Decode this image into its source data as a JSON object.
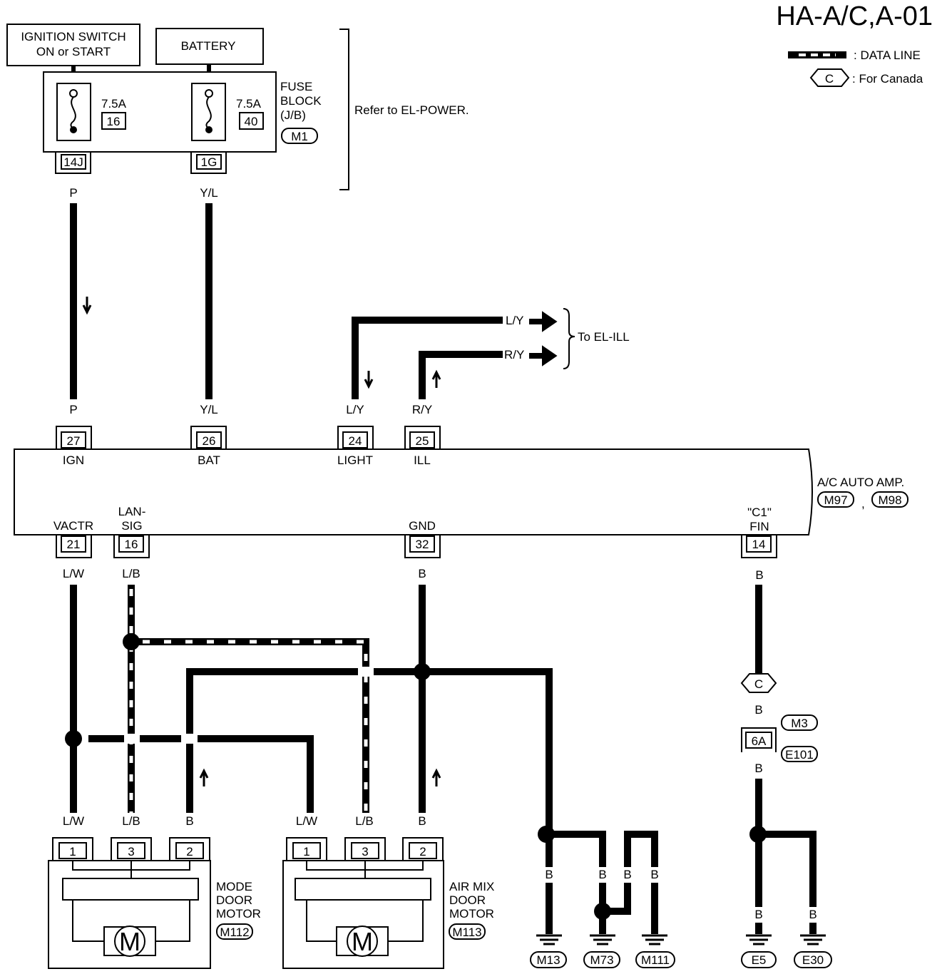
{
  "title": "HA-A/C,A-01",
  "legend": {
    "data_line": ": DATA LINE",
    "canada_symbol": "C",
    "canada": ": For Canada"
  },
  "sources": {
    "ignition": [
      "IGNITION SWITCH",
      "ON or START"
    ],
    "battery": "BATTERY"
  },
  "fuse_block": {
    "label": [
      "FUSE",
      "BLOCK",
      "(J/B)"
    ],
    "connector": "M1",
    "refer": "Refer to EL-POWER.",
    "fuses": [
      {
        "amps": "7.5A",
        "number": "16",
        "terminal": "14J",
        "wire": "P"
      },
      {
        "amps": "7.5A",
        "number": "40",
        "terminal": "1G",
        "wire": "Y/L"
      }
    ]
  },
  "el_ill": {
    "label": "To EL-ILL",
    "wires": [
      "L/Y",
      "R/Y"
    ]
  },
  "amp": {
    "label": "A/C AUTO AMP.",
    "connectors": [
      "M97",
      "M98"
    ],
    "comma": ",",
    "top_pins": [
      {
        "pin": "27",
        "name": "IGN",
        "wire": "P"
      },
      {
        "pin": "26",
        "name": "BAT",
        "wire": "Y/L"
      },
      {
        "pin": "24",
        "name": "LIGHT",
        "wire": "L/Y"
      },
      {
        "pin": "25",
        "name": "ILL",
        "wire": "R/Y"
      }
    ],
    "bottom_pins": [
      {
        "pin": "21",
        "name": [
          "VACTR"
        ],
        "wire": "L/W"
      },
      {
        "pin": "16",
        "name": [
          "LAN-",
          "SIG"
        ],
        "wire": "L/B"
      },
      {
        "pin": "32",
        "name": [
          "GND"
        ],
        "wire": "B"
      },
      {
        "pin": "14",
        "name": [
          "\"C1\"",
          "FIN"
        ],
        "wire": "B"
      }
    ]
  },
  "canada_path": {
    "symbol": "C",
    "wire_above": "B",
    "connector_pin": "6A",
    "wire_below": "B",
    "connectors": [
      "M3",
      "E101"
    ]
  },
  "motors": [
    {
      "name": [
        "MODE",
        "DOOR",
        "MOTOR"
      ],
      "connector": "M112",
      "symbol": "M",
      "pins": [
        {
          "pin": "1",
          "wire": "L/W"
        },
        {
          "pin": "3",
          "wire": "L/B"
        },
        {
          "pin": "2",
          "wire": "B"
        }
      ]
    },
    {
      "name": [
        "AIR MIX",
        "DOOR",
        "MOTOR"
      ],
      "connector": "M113",
      "symbol": "M",
      "pins": [
        {
          "pin": "1",
          "wire": "L/W"
        },
        {
          "pin": "3",
          "wire": "L/B"
        },
        {
          "pin": "2",
          "wire": "B"
        }
      ]
    }
  ],
  "grounds": [
    {
      "wire": "B",
      "label": "M13"
    },
    {
      "wire": "B",
      "label": "M73"
    },
    {
      "wire": "B",
      "label": "M111"
    },
    {
      "wire": "B",
      "label": "E5"
    },
    {
      "wire": "B",
      "label": "E30"
    }
  ],
  "ground_extra_wire": "B",
  "colors": {
    "ink": "#000000",
    "paper": "#ffffff"
  },
  "icons": [
    "fuse-icon",
    "splice-dot-icon",
    "ground-icon",
    "motor-icon",
    "current-arrow-icon",
    "connector-icon"
  ]
}
